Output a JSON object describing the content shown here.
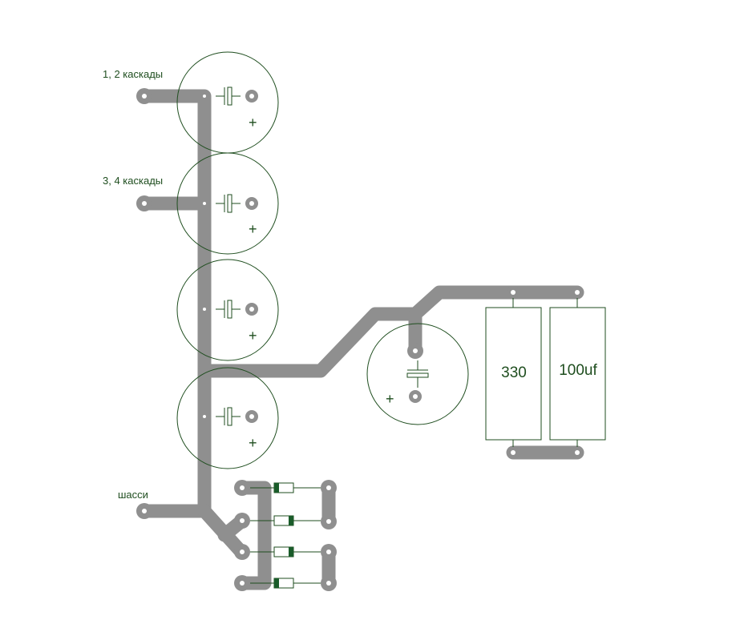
{
  "labels": {
    "cascades_1_2": "1, 2 каскады",
    "cascades_3_4": "3, 4 каскады",
    "chassis": "шасси"
  },
  "components": {
    "resistor_value": "330",
    "capacitor_value": "100uf",
    "polarity_mark": "+"
  },
  "colors": {
    "trace": "#8f8f8f",
    "outline": "#1f4e1f",
    "pad_hole": "#ffffff",
    "diode_band": "#1a5c2a",
    "background": "#ffffff"
  }
}
